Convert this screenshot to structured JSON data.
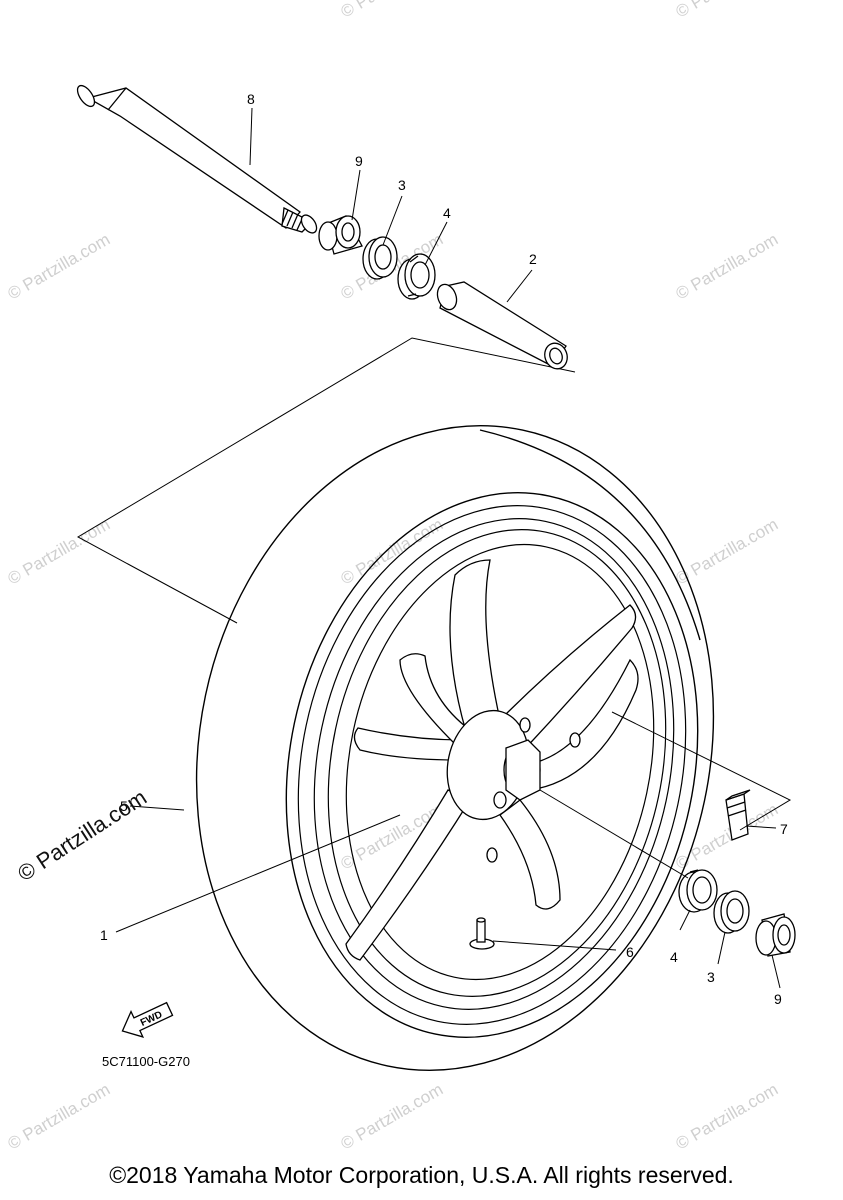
{
  "diagram": {
    "figure_code": "5C71100-G270",
    "fwd_label": "FWD",
    "callouts": [
      {
        "id": "c8",
        "label": "8"
      },
      {
        "id": "c9a",
        "label": "9"
      },
      {
        "id": "c3a",
        "label": "3"
      },
      {
        "id": "c4a",
        "label": "4"
      },
      {
        "id": "c2",
        "label": "2"
      },
      {
        "id": "c5",
        "label": "5"
      },
      {
        "id": "c1",
        "label": "1"
      },
      {
        "id": "c7",
        "label": "7"
      },
      {
        "id": "c6",
        "label": "6"
      },
      {
        "id": "c4b",
        "label": "4"
      },
      {
        "id": "c3b",
        "label": "3"
      },
      {
        "id": "c9b",
        "label": "9"
      }
    ]
  },
  "watermark": {
    "text": "© Partzilla.com"
  },
  "footer": {
    "copyright": "©2018 Yamaha Motor Corporation, U.S.A. All rights reserved."
  }
}
